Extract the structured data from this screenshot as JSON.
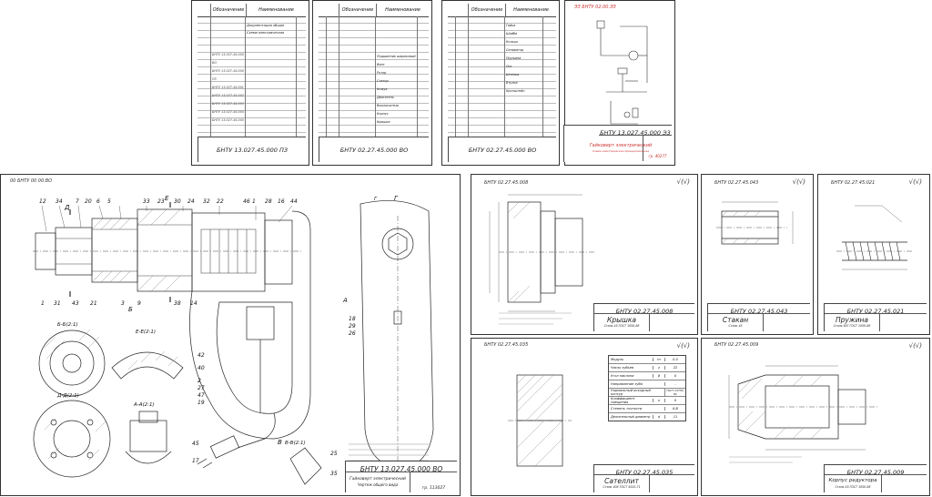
{
  "spec_sheets": [
    {
      "headers": [
        "Обозначение",
        "Наименование"
      ],
      "rows": [
        "Документация общая",
        "Схема электрическая",
        "БНТУ 13.027.45.000 ВО",
        "БНТУ 13.027.45.000 ПЗ",
        "БНТУ 13.027.45.001",
        "БНТУ 13.027.45.002",
        "БНТУ 13.027.45.003",
        "БНТУ 13.027.45.004",
        "БНТУ 13.027.45.005"
      ],
      "stamp": "БНТУ 13.027.45.000 ПЗ"
    },
    {
      "headers": [
        "Обозначение",
        "Наименование"
      ],
      "rows": [
        "Подшипник шариковый",
        "Винт",
        "Ротор",
        "Статор",
        "Кожух",
        "Двигатель",
        "Выключатель",
        "Корпус",
        "Крышка"
      ],
      "stamp": "БНТУ 02.27.45.000 ВО"
    },
    {
      "headers": [
        "Обозначение",
        "Наименование"
      ],
      "rows": [
        "Гайка",
        "Шайба",
        "Кольцо",
        "Сепаратор",
        "Пружина",
        "Ось",
        "Шпонка",
        "Втулка",
        "Кронштейн"
      ],
      "stamp": "БНТУ 02.27.45.000 ВО"
    }
  ],
  "schematic_sheet": {
    "red_title": "ЭЗ БНТУ 02.00.ЭЗ",
    "stamp_code": "БНТУ 13.027.45.000 Э3",
    "stamp_title": "Гайковерт электрический",
    "stamp_title2": "Схема электрическая принципиальная",
    "group": "гр. 40277"
  },
  "assembly_sheet": {
    "corner": "00 БНТУ 00 00.ВО",
    "section_labels": [
      "Д",
      "Е",
      "Г",
      "Б",
      "А",
      "В"
    ],
    "view_labels": [
      "Б-Б(2:1)",
      "Е-Е(2:1)",
      "Д-Д(2:1)",
      "А-А(2:1)",
      "В-В(2:1)",
      "Г"
    ],
    "positions_top": [
      "12",
      "34",
      "7",
      "20",
      "6",
      "5",
      "33",
      "23",
      "30",
      "24",
      "32",
      "22",
      "46",
      "1",
      "28",
      "16",
      "44"
    ],
    "positions_bottom": [
      "1",
      "31",
      "43",
      "21",
      "3",
      "9",
      "38",
      "14"
    ],
    "positions_right": [
      "42",
      "40",
      "2",
      "27",
      "47",
      "19",
      "45",
      "17",
      "18",
      "29",
      "26",
      "25",
      "35"
    ],
    "stamp_code": "БНТУ 13.027.45.000 ВО",
    "stamp_title": "Гайковерт электрический",
    "stamp_sub": "Чертеж общего вида",
    "group": "гр. 113027"
  },
  "detail_sheets": [
    {
      "code": "БНТУ 02.27.45.008",
      "title": "Крышка",
      "material": "Сталь 45 ГОСТ 1050-88"
    },
    {
      "code": "БНТУ 02.27.45.043",
      "title": "Стакан",
      "material": "Сталь 45"
    },
    {
      "code": "БНТУ 02.27.45.021",
      "title": "Пружина",
      "material": "Сталь 65Г ГОСТ 1050-88"
    },
    {
      "code": "БНТУ 02.27.45.035",
      "title": "Сателлит",
      "material": "Сталь 40Х ГОСТ 4543-71"
    },
    {
      "code": "БНТУ 02.27.45.009",
      "title": "Корпус редуктора",
      "material": "Сталь 45 ГОСТ 1050-88"
    }
  ],
  "gear_table": [
    [
      "Модуль",
      "m",
      "0.5"
    ],
    [
      "Число зубьев",
      "z",
      "22"
    ],
    [
      "Угол наклона",
      "β",
      "0"
    ],
    [
      "Направление зуба",
      "",
      "-"
    ],
    [
      "Нормальный исходный контур",
      "",
      "ГОСТ 13755-81"
    ],
    [
      "Коэффициент смещения",
      "x",
      "0"
    ],
    [
      "Степень точности",
      "",
      "8-B"
    ],
    [
      "Делительный диаметр",
      "d",
      "11"
    ]
  ],
  "roughness": "√(√)"
}
